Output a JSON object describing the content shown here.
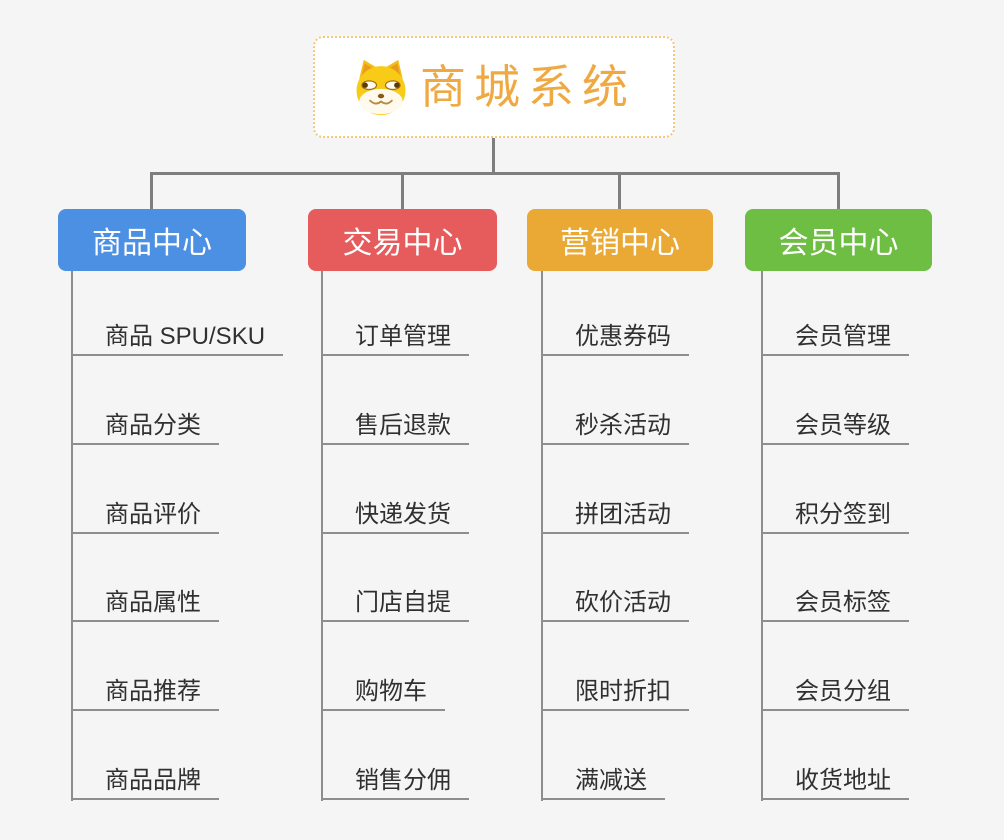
{
  "app": {
    "title": "商城系统"
  },
  "root": {
    "label": "商城系统",
    "icon": "doge-icon",
    "text_color": "#EFA943",
    "border_color": "#F5C67E",
    "background": "#FFFFFF"
  },
  "connector_color": "#7E7E7E",
  "child_line_color": "#8E8E8E",
  "canvas_background": "#F5F5F5",
  "branches": [
    {
      "label": "商品中心",
      "color": "#4B90E2",
      "children": [
        "商品 SPU/SKU",
        "商品分类",
        "商品评价",
        "商品属性",
        "商品推荐",
        "商品品牌"
      ]
    },
    {
      "label": "交易中心",
      "color": "#E65C5C",
      "children": [
        "订单管理",
        "售后退款",
        "快递发货",
        "门店自提",
        "购物车",
        "销售分佣"
      ]
    },
    {
      "label": "营销中心",
      "color": "#EAA935",
      "children": [
        "优惠券码",
        "秒杀活动",
        "拼团活动",
        "砍价活动",
        "限时折扣",
        "满减送"
      ]
    },
    {
      "label": "会员中心",
      "color": "#6FBE44",
      "children": [
        "会员管理",
        "会员等级",
        "积分签到",
        "会员标签",
        "会员分组",
        "收货地址"
      ]
    }
  ]
}
